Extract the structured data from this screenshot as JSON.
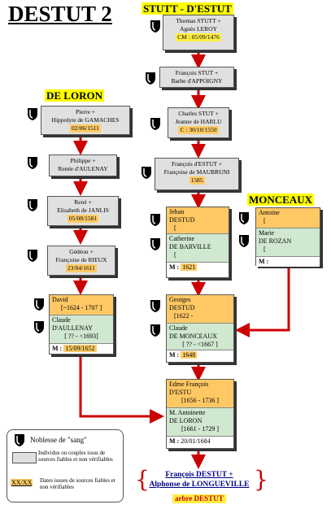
{
  "title": "DESTUT 2",
  "headers": {
    "stutt": "STUTT - D'ESTUT",
    "loron": "DE LORON",
    "monceaux": "MONCEAUX"
  },
  "left_branch": [
    {
      "line1": "Pierre +",
      "line2": "Hippolyte de GAMACHES",
      "date": "02/06/1511"
    },
    {
      "line1": "Philippe +",
      "line2": "Renée d'AULENAY",
      "date": ""
    },
    {
      "line1": "René +",
      "line2": "Elisabeth de JANLIS",
      "date": "05/08/1581"
    },
    {
      "line1": "Gédéon +",
      "line2": "Françoise de RIEUX",
      "date": "23/04/1611"
    }
  ],
  "right_branch": [
    {
      "line1": "Thomas STUTT +",
      "line2": "Agnès LEROY",
      "date": "CM : 05/09/1476"
    },
    {
      "line1": "François STUT +",
      "line2": "Barbe d'APPOIGNY",
      "date": ""
    },
    {
      "line1": "Charles STUT +",
      "line2": "Jeanne de HARLU",
      "date": "C : 30/10/1550"
    },
    {
      "line1": "François d'ESTUT +",
      "line2": "Françoise de MAUBRUNI",
      "date": "1585"
    }
  ],
  "couples": {
    "david": {
      "husband": "David",
      "husband_dates": "[~1624 - 1707 ]",
      "wife": "Claude",
      "wife2": "D'AULLENAY",
      "wife_dates": "[ ?? - <1693]",
      "m_label": "M :",
      "m_date": "15/09/1652"
    },
    "jehan": {
      "husband": "Jehan",
      "husband2": "DESTUD",
      "husband_dates": "[",
      "wife": "Catherine",
      "wife2": "DE BARVILLE",
      "wife_dates": "[",
      "m_label": "M :",
      "m_date": "1621"
    },
    "antoine": {
      "husband": "Antoine",
      "husband_dates": "[",
      "wife": "Marie",
      "wife2": "DE ROZAN",
      "wife_dates": "[",
      "m_label": "M :",
      "m_date": ""
    },
    "georges": {
      "husband": "Georges",
      "husband2": "DESTUD",
      "husband_dates": "[1622 -",
      "wife": "Claude",
      "wife2": "DE MONCEAUX",
      "wife_dates": "[ ?? - <1667 ]",
      "m_label": "M :",
      "m_date": "1648"
    },
    "edme": {
      "husband": "Edme François",
      "husband2": "D'ESTU",
      "husband_dates": "[1656 - 1736 ]",
      "wife": "M. Antoinette",
      "wife2": "DE LORON",
      "wife_dates": "[1661 - 1729 ]",
      "m_label": "M :",
      "m_date": "20/01/1684"
    }
  },
  "legend": {
    "item1": "Noblesse de \"sang\"",
    "item2": "Individus ou couples issus de sources fiables et non vérifiables",
    "item3_swatch": "XX/XX",
    "item3": "Dates issues de sources fiables et non vérifiables"
  },
  "bottom": {
    "line1": "François DESTUT +",
    "line2": "Alphonse de LONGUEVILLE",
    "tree_label": "arbre DESTUT"
  },
  "colors": {
    "arrow": "#cc0000",
    "header": "#ffff00",
    "husband": "#ffc864",
    "wife": "#cfe8cf"
  }
}
